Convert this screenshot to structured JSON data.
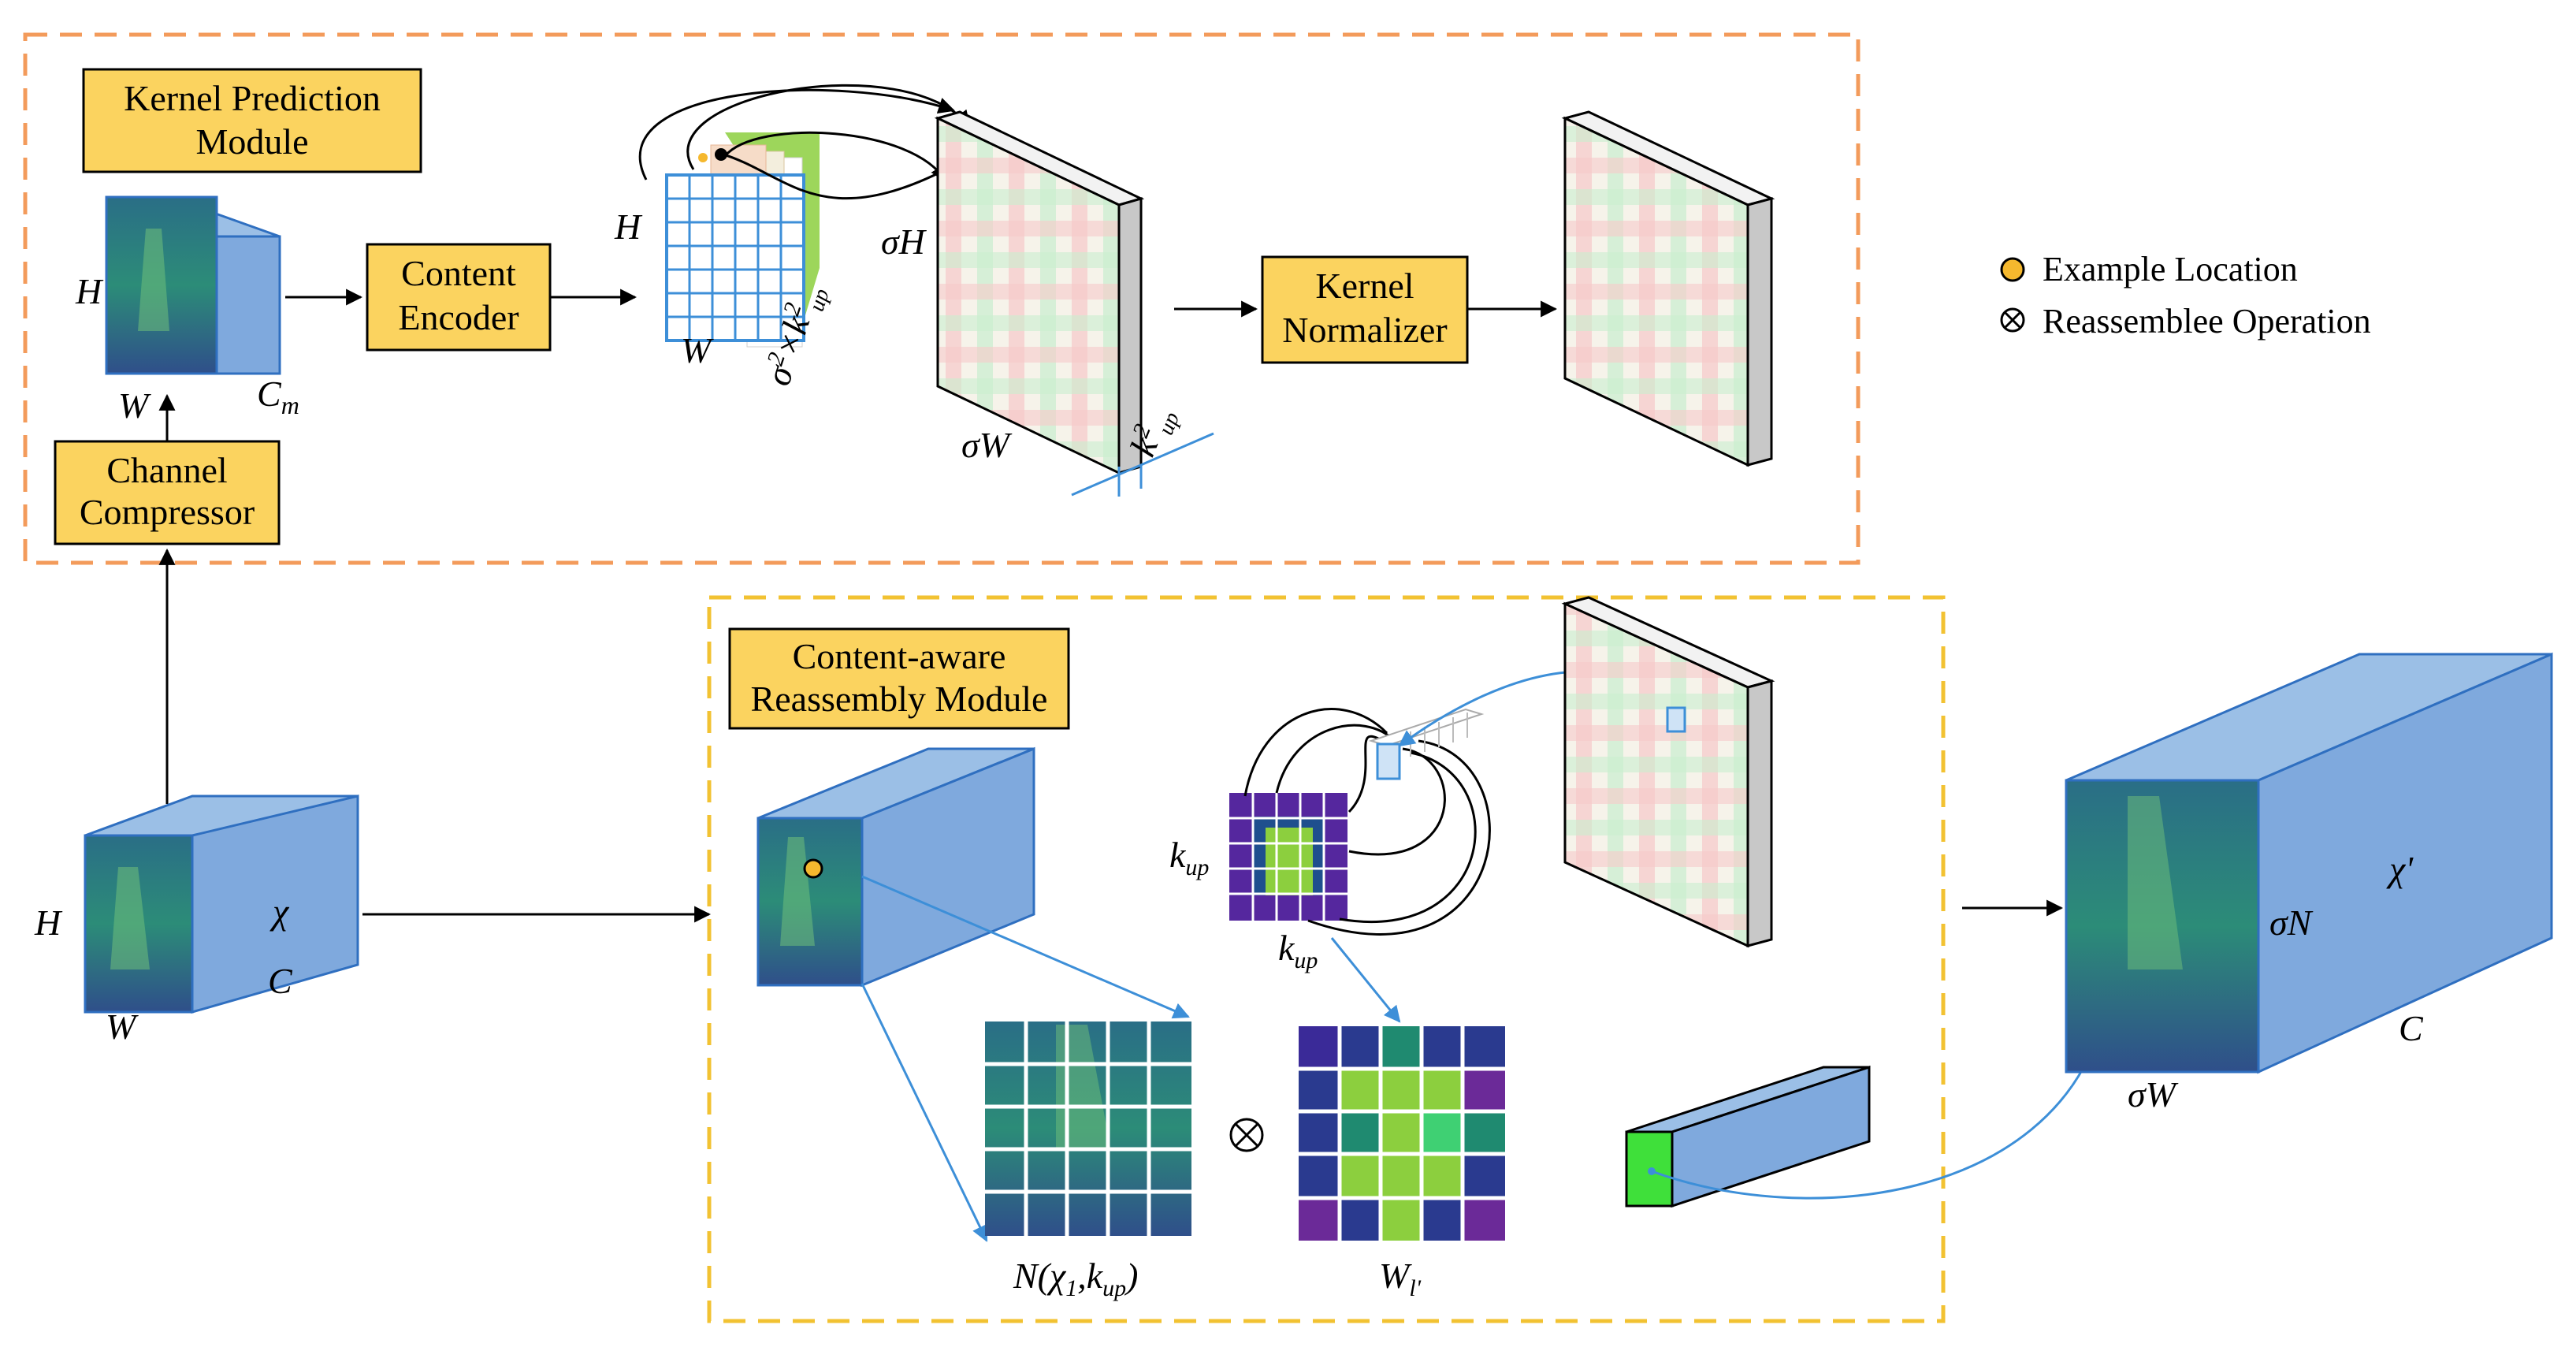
{
  "modules": {
    "kpm_title_line1": "Kernel Prediction",
    "kpm_title_line2": "Module",
    "carm_title_line1": "Content-aware",
    "carm_title_line2": "Reassembly Module"
  },
  "blocks": {
    "content_encoder_line1": "Content",
    "content_encoder_line2": "Encoder",
    "channel_compressor_line1": "Channel",
    "channel_compressor_line2": "Compressor",
    "kernel_normalizer_line1": "Kernel",
    "kernel_normalizer_line2": "Normalizer"
  },
  "legend": {
    "example_location": "Example Location",
    "reassemble_operation": "Reassemblee Operation",
    "example_location_color": "#f5b82e"
  },
  "labels": {
    "H": "H",
    "W": "W",
    "C": "C",
    "Cm_main": "C",
    "Cm_sub": "m",
    "sigma_H": "σH",
    "sigma_W": "σW",
    "sigma_N": "σN",
    "chi": "χ",
    "chi_prime": "χ'",
    "sigma2k2_a": "σ",
    "sigma2k2_b": "2",
    "sigma2k2_c": "×k",
    "sigma2k2_d": "2",
    "sigma2k2_e": "up",
    "k2up_a": "k",
    "k2up_b": "2",
    "k2up_c": "up",
    "kup_main": "k",
    "kup_sub": "up",
    "N_a": "N(χ",
    "N_b": "1",
    "N_c": ",k",
    "N_d": "up",
    "N_e": ")",
    "Wl_main": "W",
    "Wl_sub": "l'",
    "otimes": "⊗"
  },
  "colors": {
    "box_fill": "#fbd35f",
    "cube_blue": "#7fa9dd",
    "cube_edge": "#2f6fc0",
    "kpm_border": "#f39b5b",
    "carm_border": "#f2c232",
    "arrow_blue": "#3d8fd8",
    "kernel_purple": "#55279e",
    "kernel_green": "#8ccf3e",
    "kernel_teal": "#1f8a70"
  }
}
